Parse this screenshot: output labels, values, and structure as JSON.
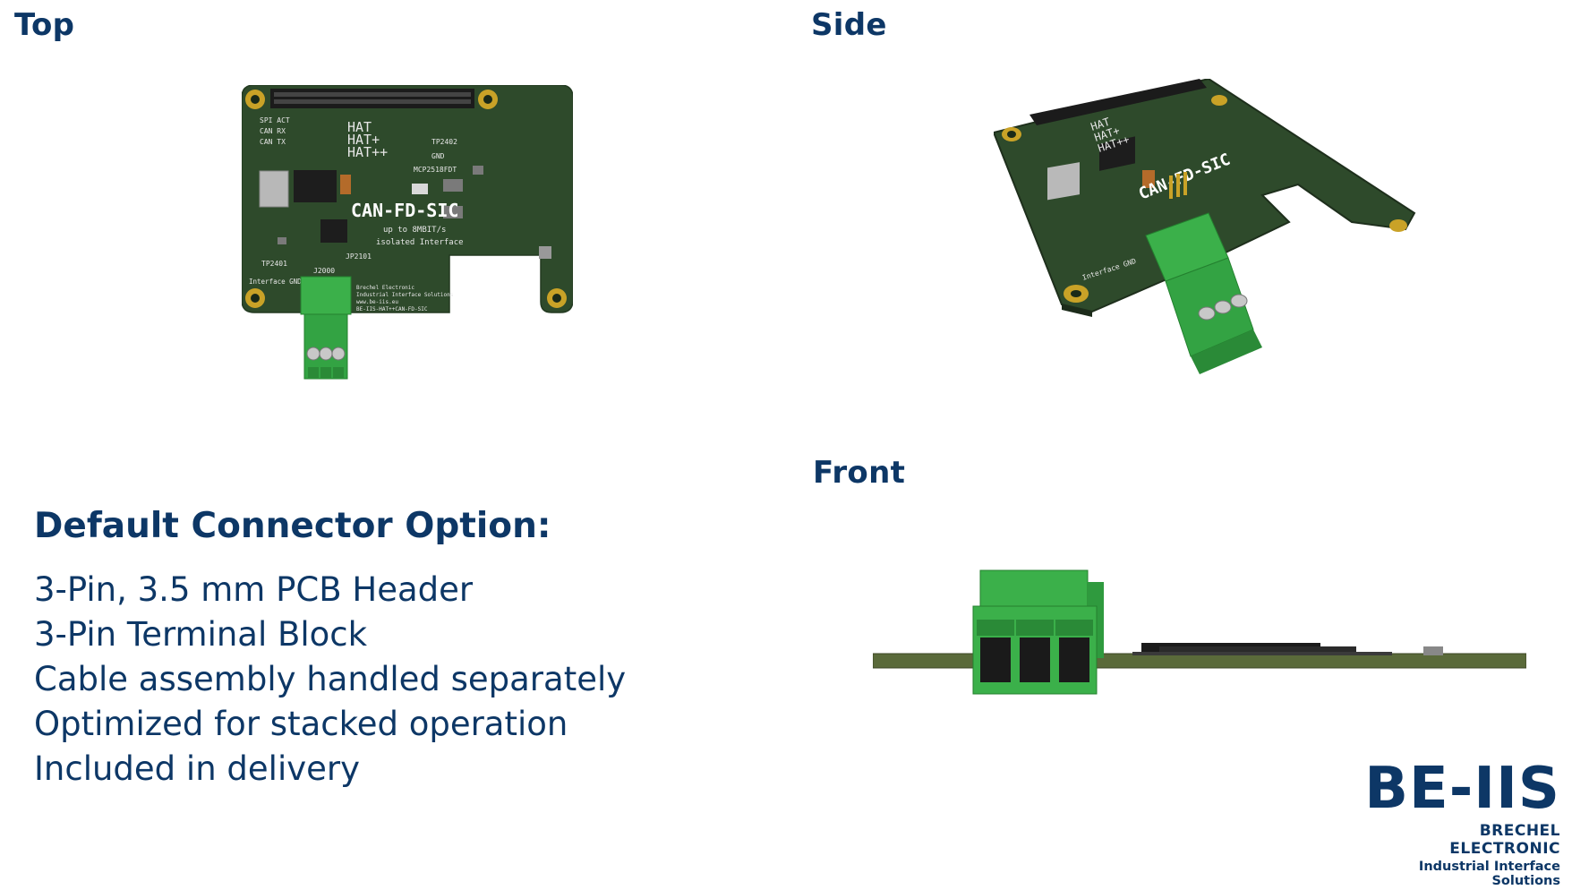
{
  "views": {
    "top_label": "Top",
    "side_label": "Side",
    "front_label": "Front"
  },
  "board": {
    "name": "CAN-FD-SIC",
    "hat_lines": [
      "HAT",
      "HAT+",
      "HAT++"
    ],
    "speed": "up to 8MBIT/s",
    "interface": "isolated Interface",
    "chip": "MCP2518FDT",
    "leds": [
      "SPI ACT",
      "CAN RX",
      "CAN TX"
    ],
    "tp_gnd": "TP2402",
    "gnd": "GND",
    "tp_iface": "TP2401",
    "iface_gnd": "Interface GND",
    "jumper": "JP2101",
    "connector_ref": "J2000",
    "silk": [
      "Brechel Electronic",
      "Industrial Interface Solutions",
      "www.be-iis.eu",
      "BE-IIS-HAT++CAN-FD-SIC"
    ]
  },
  "connector_option": {
    "title": "Default Connector Option:",
    "features": [
      "3-Pin, 3.5 mm PCB Header",
      "3-Pin Terminal Block",
      "Cable assembly handled separately",
      "Optimized for stacked operation",
      "Included in delivery"
    ]
  },
  "logo": {
    "mark": "BE-IIS",
    "name": "BRECHEL ELECTRONIC",
    "tagline": "Industrial Interface Solutions"
  },
  "colors": {
    "brand": "#0d3766",
    "pcb": "#2e4a2b",
    "connector": "#3bb04a",
    "gold": "#c9a227"
  }
}
